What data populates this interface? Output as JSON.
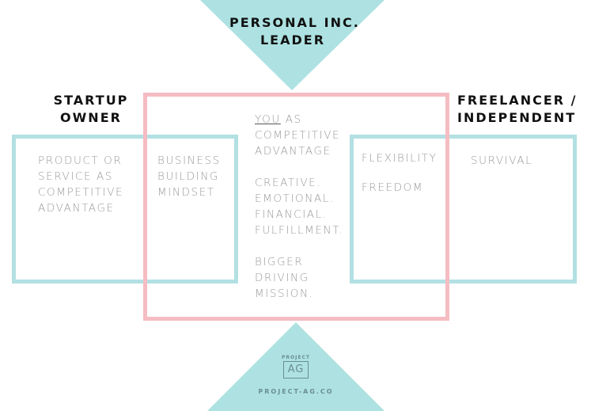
{
  "header": {
    "line1": "PERSONAL INC.",
    "line2": "LEADER"
  },
  "left_title": {
    "line1": "STARTUP",
    "line2": "OWNER"
  },
  "right_title": {
    "line1": "FREELANCER /",
    "line2": "INDEPENDENT"
  },
  "left_box": {
    "lines": [
      "PRODUCT OR",
      "SERVICE AS",
      "COMPETITIVE",
      "ADVANTAGE"
    ]
  },
  "left_overlap": {
    "lines": [
      "BUSINESS",
      "BUILDING",
      "MINDSET"
    ]
  },
  "center": {
    "you": "YOU",
    "line1_rest": " AS",
    "p1": [
      "COMPETITIVE",
      "ADVANTAGE"
    ],
    "p2": [
      "CREATIVE.",
      "EMOTIONAL.",
      "FINANCIAL.",
      "FULFILLMENT."
    ],
    "p3": [
      "BIGGER",
      "DRIVING",
      "MISSION."
    ]
  },
  "right_overlap": {
    "item1": "FLEXIBILITY",
    "item2": "FREEDOM"
  },
  "right_box": {
    "item1": "SURVIVAL"
  },
  "logo": {
    "small": "PROJECT",
    "mark": "AG",
    "url": "PROJECT-AG.CO"
  },
  "colors": {
    "teal": "#b2e0e3",
    "pink": "#f5bcc2",
    "triangle": "#aee2e2",
    "text": "#9a9a9a"
  }
}
